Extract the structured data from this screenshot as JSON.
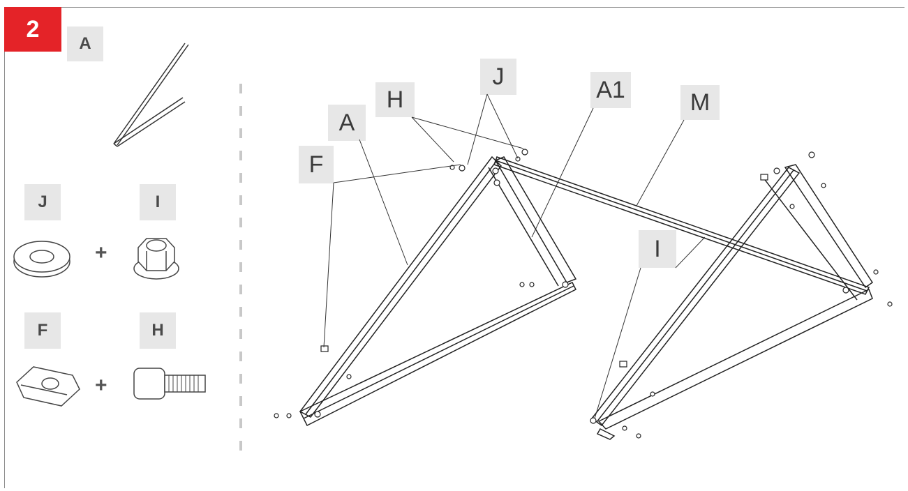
{
  "step": {
    "number": "2"
  },
  "legend": {
    "frame_label": "A",
    "washer_label": "J",
    "nut_label": "I",
    "slot_nut_label": "F",
    "screw_label": "H",
    "plus_1": "+",
    "plus_2": "+"
  },
  "callouts": {
    "f": "F",
    "a": "A",
    "h": "H",
    "j": "J",
    "a1": "A1",
    "m": "M",
    "i": "I"
  },
  "colors": {
    "badge": "#e42328",
    "label_bg": "#e7e7e7",
    "line": "#222222"
  }
}
